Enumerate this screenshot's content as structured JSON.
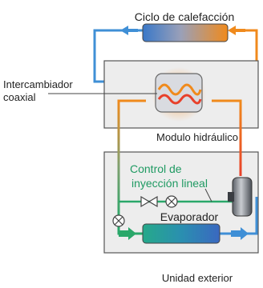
{
  "labels": {
    "heating_cycle": "Ciclo de calefacción",
    "coaxial_exchanger_line1": "Intercambiador",
    "coaxial_exchanger_line2": "coaxial",
    "hydraulic_module": "Modulo hidráulico",
    "injection_control_line1": "Control de",
    "injection_control_line2": "inyección lineal",
    "evaporator": "Evaporador",
    "outdoor_unit": "Unidad exterior"
  },
  "colors": {
    "hot": "#f08a1c",
    "hot_red": "#e8402a",
    "cold": "#3f8fd6",
    "injection": "#2aa86a",
    "module_fill": "#ededed",
    "module_stroke": "#555555",
    "text": "#222222",
    "injection_text": "#1f9a62"
  },
  "icons": [
    "flow-arrow-icon",
    "expansion-valve-icon",
    "check-valve-icon",
    "compressor-icon"
  ]
}
